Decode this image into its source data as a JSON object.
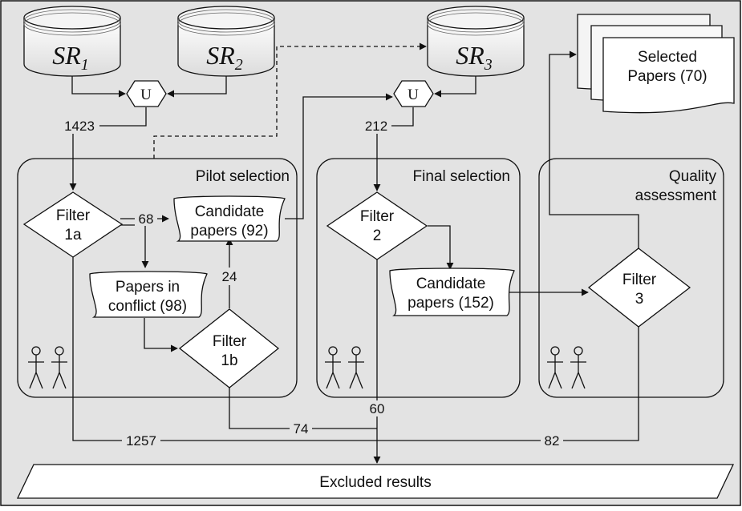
{
  "sources": [
    {
      "letters": "SR",
      "sub": "1"
    },
    {
      "letters": "SR",
      "sub": "2"
    },
    {
      "letters": "SR",
      "sub": "3"
    }
  ],
  "union_symbol": "U",
  "counts": {
    "merge1": "1423",
    "merge2": "212",
    "to_candidates": "68",
    "filter1b_to_candidates": "24",
    "excluded_1a": "1257",
    "excluded_1b": "74",
    "excluded_2": "60",
    "excluded_3": "82"
  },
  "stages": {
    "pilot": "Pilot selection",
    "final": "Final selection",
    "quality_line1": "Quality",
    "quality_line2": "assessment"
  },
  "filters": {
    "f1a": [
      "Filter",
      "1a"
    ],
    "f1b": [
      "Filter",
      "1b"
    ],
    "f2": [
      "Filter",
      "2"
    ],
    "f3": [
      "Filter",
      "3"
    ]
  },
  "documents": {
    "candidates_pilot": [
      "Candidate",
      "papers (92)"
    ],
    "conflict": [
      "Papers in",
      "conflict (98)"
    ],
    "candidates_final": [
      "Candidate",
      "papers (152)"
    ],
    "selected": [
      "Selected",
      "Papers (70)"
    ]
  },
  "excluded": "Excluded results"
}
